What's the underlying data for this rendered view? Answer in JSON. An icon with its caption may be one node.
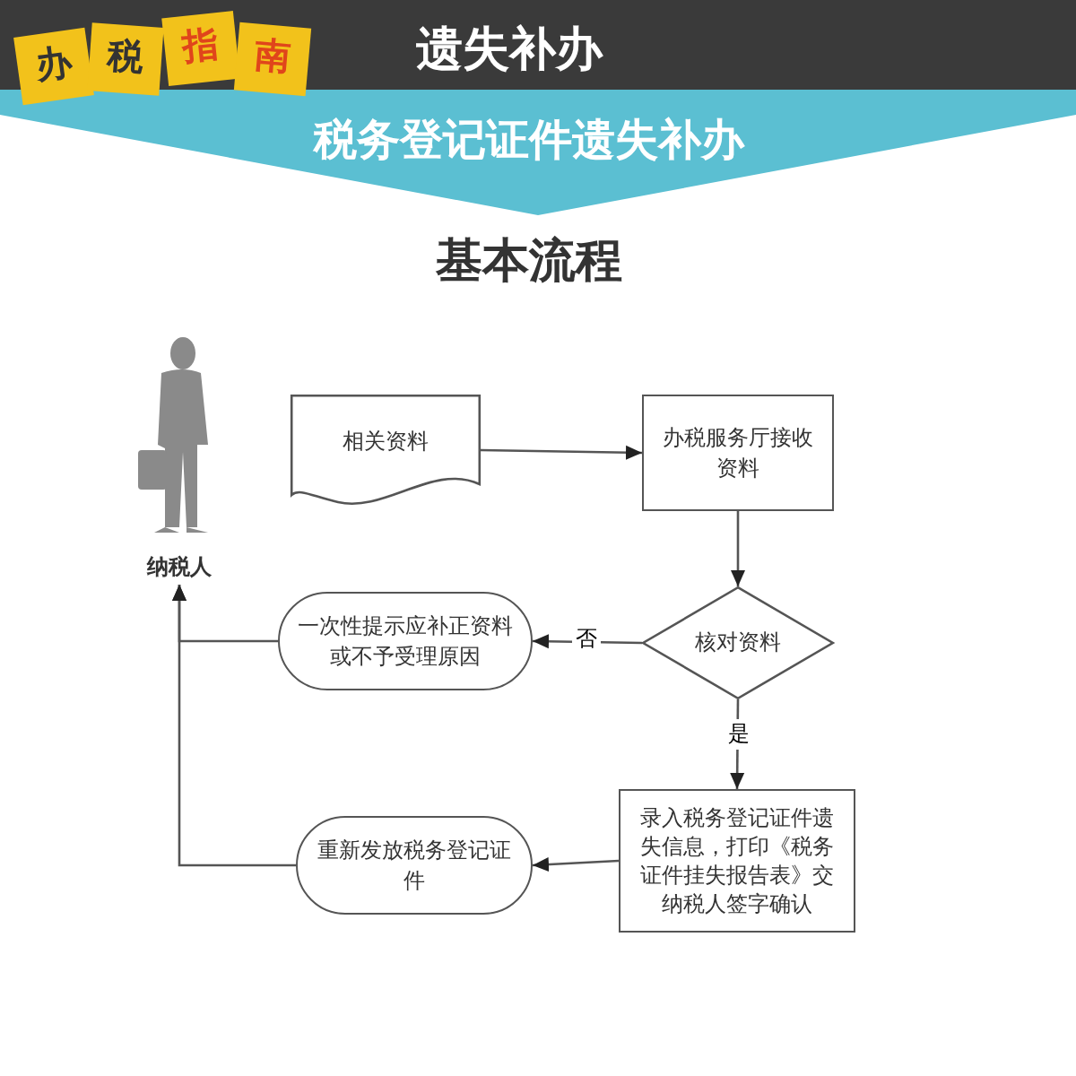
{
  "diagram": {
    "title": "税务登记证件遗失补办",
    "nodes": [
      {
        "text": [
          "纳税人"
        ]
      },
      {
        "text": [
          "相关资料"
        ]
      },
      {
        "text": [
          "办税服务厅接收资料"
        ]
      },
      {
        "text": [
          "核对资料"
        ]
      },
      {
        "text": [
          "一次性提示应补正资料或不予受理原因"
        ]
      },
      {
        "text": [
          "录入税务登记证件遗失信息，打印《税务证件挂失报告表》交纳税人签字确认"
        ]
      },
      {
        "text": [
          "重新发放税务登记证件"
        ]
      }
    ],
    "edges": [
      {
        "from": 1,
        "to": 2,
        "arrow": "to"
      },
      {
        "from": 2,
        "to": 3,
        "arrow": "to"
      },
      {
        "from": 3,
        "to": 4,
        "arrow": "to",
        "label": "否"
      },
      {
        "from": 3,
        "to": 5,
        "arrow": "to",
        "label": "是"
      },
      {
        "from": 5,
        "to": 6,
        "arrow": "to"
      },
      {
        "from": 4,
        "to": 0,
        "arrow": "to"
      },
      {
        "from": 6,
        "to": 0,
        "arrow": "to"
      }
    ],
    "labels": [
      "办",
      "税",
      "指",
      "南",
      "遗失补办",
      "基本流程"
    ]
  }
}
